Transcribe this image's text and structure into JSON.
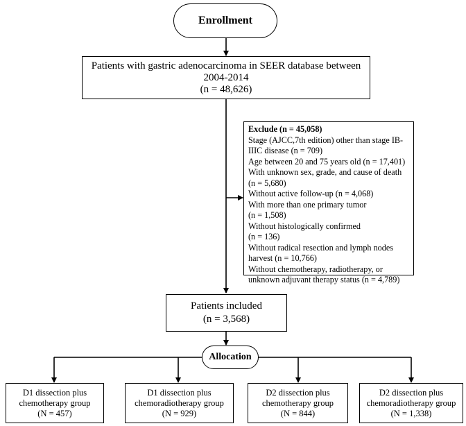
{
  "enrollment": {
    "label": "Enrollment"
  },
  "patients_source": {
    "lines": [
      "Patients with gastric adenocarcinoma in SEER database between",
      "2004-2014",
      "(n = 48,626)"
    ]
  },
  "exclude": {
    "title": "Exclude (n = 45,058)",
    "lines": [
      "Stage (AJCC,7th edition) other than stage IB-",
      "IIIC disease (n = 709)",
      "Age between 20 and 75 years old (n = 17,401)",
      "With unknown sex, grade, and cause of death",
      "(n = 5,680)",
      "Without active follow-up (n = 4,068)",
      "With more than one primary tumor",
      "(n = 1,508)",
      "Without histologically confirmed",
      "(n = 136)",
      "Without radical resection and lymph nodes",
      "harvest (n = 10,766)",
      "Without chemotherapy, radiotherapy, or",
      "unknown adjuvant therapy status  (n = 4,789)"
    ]
  },
  "included": {
    "lines": [
      "Patients included",
      "(n = 3,568)"
    ]
  },
  "allocation": {
    "label": "Allocation"
  },
  "groups": [
    {
      "lines": [
        "D1 dissection plus",
        "chemotherapy group",
        "(N = 457)"
      ]
    },
    {
      "lines": [
        "D1 dissection plus",
        "chemoradiotherapy group",
        "(N = 929)"
      ]
    },
    {
      "lines": [
        "D2 dissection plus",
        "chemotherapy group",
        "(N = 844)"
      ]
    },
    {
      "lines": [
        "D2 dissection plus",
        "chemoradiotherapy group",
        "(N = 1,338)"
      ]
    }
  ]
}
